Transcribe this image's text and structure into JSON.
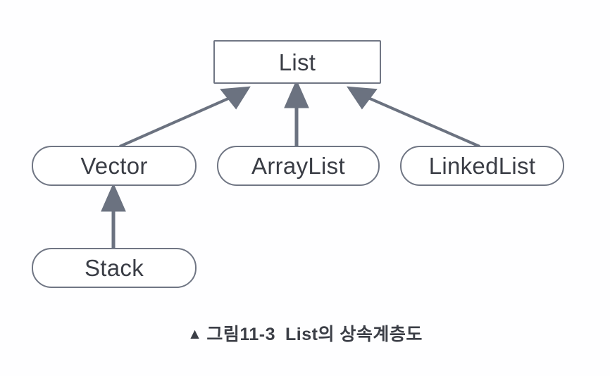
{
  "figure": {
    "caption_marker": "▲",
    "caption_number": "그림11-3",
    "caption_title": "List의 상속계층도",
    "background_color": "#ffffff",
    "line_color": "#707684",
    "arrow_fill_color": "#6b7280",
    "text_color": "#3a3d45"
  },
  "nodes": {
    "list": {
      "label": "List",
      "shape": "rectangle"
    },
    "vector": {
      "label": "Vector",
      "shape": "rounded-rectangle"
    },
    "arraylist": {
      "label": "ArrayList",
      "shape": "rounded-rectangle"
    },
    "linkedlist": {
      "label": "LinkedList",
      "shape": "rounded-rectangle"
    },
    "stack": {
      "label": "Stack",
      "shape": "rounded-rectangle"
    }
  },
  "edges": [
    {
      "from": "Vector",
      "to": "List",
      "type": "inheritance-arrow"
    },
    {
      "from": "ArrayList",
      "to": "List",
      "type": "inheritance-arrow"
    },
    {
      "from": "LinkedList",
      "to": "List",
      "type": "inheritance-arrow"
    },
    {
      "from": "Stack",
      "to": "Vector",
      "type": "inheritance-arrow"
    }
  ]
}
